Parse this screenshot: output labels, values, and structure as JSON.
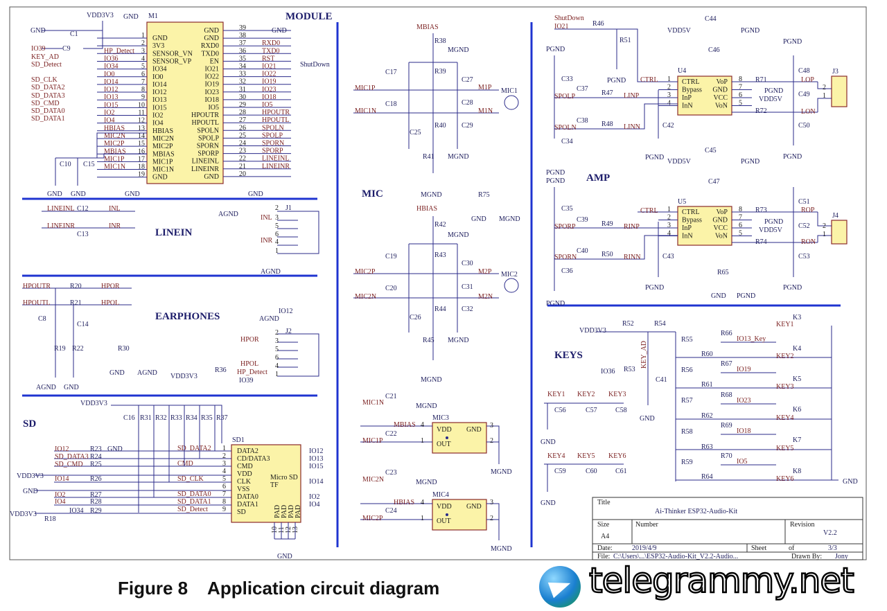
{
  "caption": "Figure 8    Application circuit diagram",
  "watermark": "telegrammy.net",
  "colors": {
    "net": "#7a1f1f",
    "ref": "#1c1c5c",
    "wire": "#2a2a8a",
    "divider": "#1f34d0",
    "chip_fill": "#fbf3a8"
  },
  "sections": {
    "module": "MODULE",
    "linein": "LINEIN",
    "earphones": "EARPHONES",
    "sd": "SD",
    "mic": "MIC",
    "amp": "AMP",
    "keys": "KEYS"
  },
  "module": {
    "ref": "M1",
    "left_pins": [
      {
        "num": "1",
        "name": "GND",
        "net": ""
      },
      {
        "num": "2",
        "name": "3V3",
        "net": ""
      },
      {
        "num": "3",
        "name": "SENSOR_VN",
        "net": "HP_Detect"
      },
      {
        "num": "4",
        "name": "SENSOR_VP",
        "net": "IO36"
      },
      {
        "num": "5",
        "name": "IO34",
        "net": "IO34"
      },
      {
        "num": "6",
        "name": "IO0",
        "net": "IO0"
      },
      {
        "num": "7",
        "name": "IO14",
        "net": "IO14"
      },
      {
        "num": "8",
        "name": "IO12",
        "net": "IO12"
      },
      {
        "num": "9",
        "name": "IO13",
        "net": "IO13"
      },
      {
        "num": "10",
        "name": "IO15",
        "net": "IO15"
      },
      {
        "num": "11",
        "name": "IO2",
        "net": "IO2"
      },
      {
        "num": "12",
        "name": "IO4",
        "net": "IO4"
      },
      {
        "num": "13",
        "name": "HBIAS",
        "net": "HBIAS"
      },
      {
        "num": "14",
        "name": "MIC2N",
        "net": "MIC2N"
      },
      {
        "num": "15",
        "name": "MIC2P",
        "net": "MIC2P"
      },
      {
        "num": "16",
        "name": "MBIAS",
        "net": "MBIAS"
      },
      {
        "num": "17",
        "name": "MIC1P",
        "net": "MIC1P"
      },
      {
        "num": "18",
        "name": "MIC1N",
        "net": "MIC1N"
      },
      {
        "num": "19",
        "name": "GND",
        "net": ""
      }
    ],
    "right_pins": [
      {
        "num": "39",
        "name": "GND",
        "net": ""
      },
      {
        "num": "38",
        "name": "GND",
        "net": ""
      },
      {
        "num": "37",
        "name": "RXD0",
        "net": "RXD0"
      },
      {
        "num": "36",
        "name": "TXD0",
        "net": "TXD0"
      },
      {
        "num": "35",
        "name": "EN",
        "net": "RST"
      },
      {
        "num": "34",
        "name": "IO21",
        "net": "IO21"
      },
      {
        "num": "33",
        "name": "IO22",
        "net": "IO22"
      },
      {
        "num": "32",
        "name": "IO19",
        "net": "IO19"
      },
      {
        "num": "31",
        "name": "IO23",
        "net": "IO23"
      },
      {
        "num": "30",
        "name": "IO18",
        "net": "IO18"
      },
      {
        "num": "29",
        "name": "IO5",
        "net": "IO5"
      },
      {
        "num": "28",
        "name": "HPOUTR",
        "net": "HPOUTR"
      },
      {
        "num": "27",
        "name": "HPOUTL",
        "net": "HPOUTL"
      },
      {
        "num": "26",
        "name": "SPOLN",
        "net": "SPOLN"
      },
      {
        "num": "25",
        "name": "SPOLP",
        "net": "SPOLP"
      },
      {
        "num": "24",
        "name": "SPORN",
        "net": "SPORN"
      },
      {
        "num": "23",
        "name": "SPORP",
        "net": "SPORP"
      },
      {
        "num": "22",
        "name": "LINEINL",
        "net": "LINEINL"
      },
      {
        "num": "21",
        "name": "LINEINR",
        "net": "LINEINR"
      },
      {
        "num": "20",
        "name": "GND",
        "net": ""
      }
    ],
    "labels": [
      "GND",
      "C1",
      "VDD3V3",
      "GND",
      "C9",
      "IO39",
      "KEY_AD",
      "SD_Detect",
      "SD_CLK",
      "SD_DATA2",
      "SD_DATA3",
      "SD_CMD",
      "SD_DATA0",
      "SD_DATA1",
      "C10",
      "C15",
      "GND",
      "GND",
      "GND",
      "GND",
      "GND",
      "ShutDown"
    ]
  },
  "linein": {
    "labels": [
      "LINEINL",
      "C12",
      "INL",
      "LINEINR",
      "C13",
      "INR",
      "AGND",
      "J1",
      "2",
      "3",
      "5",
      "6",
      "4",
      "1",
      "INL",
      "INR",
      "AGND"
    ]
  },
  "earphones": {
    "labels": [
      "HPOUTR",
      "R20",
      "HPOR",
      "HPOUTL",
      "R21",
      "HPOL",
      "C8",
      "C14",
      "R19",
      "R22",
      "AGND",
      "GND",
      "R30",
      "GND",
      "AGND",
      "IO12",
      "AGND",
      "J2",
      "HPOR",
      "HPOL",
      "HP_Detect",
      "IO39",
      "R36",
      "VDD3V3",
      "2",
      "3",
      "5",
      "6",
      "4",
      "1"
    ]
  },
  "sd": {
    "ref": "SD1",
    "pins": [
      {
        "num": "1",
        "name": "DATA2",
        "net": "SD_DATA2",
        "io": "IO12"
      },
      {
        "num": "2",
        "name": "CD/DATA3",
        "net": "",
        "io": "IO13"
      },
      {
        "num": "3",
        "name": "CMD",
        "net": "CMD",
        "io": "IO15"
      },
      {
        "num": "4",
        "name": "VDD",
        "net": "",
        "io": ""
      },
      {
        "num": "5",
        "name": "CLK",
        "net": "SD_CLK",
        "io": "IO14"
      },
      {
        "num": "6",
        "name": "VSS",
        "net": "",
        "io": ""
      },
      {
        "num": "7",
        "name": "DATA0",
        "net": "SD_DATA0",
        "io": "IO2"
      },
      {
        "num": "8",
        "name": "DATA1",
        "net": "SD_DATA1",
        "io": "IO4"
      },
      {
        "num": "9",
        "name": "SD",
        "net": "SD_Detect",
        "io": ""
      }
    ],
    "type_label": "Micro SD",
    "type_label2": "TF",
    "pad_label": "PAD",
    "pad_nums": [
      "10",
      "11",
      "12",
      "13"
    ],
    "labels": [
      "VDD3V3",
      "C16",
      "R31",
      "R32",
      "R33",
      "R34",
      "R35",
      "R37",
      "IO12",
      "R23",
      "GND",
      "SD_DATA3",
      "R24",
      "SD_CMD",
      "R25",
      "VDD3V3",
      "IO14",
      "R26",
      "GND",
      "IO2",
      "R27",
      "IO4",
      "R28",
      "IO34",
      "R29",
      "VDD3V3",
      "R18",
      "GND"
    ]
  },
  "mic": {
    "labels": [
      "MBIAS",
      "R38",
      "MGND",
      "R39",
      "C17",
      "C27",
      "MIC1P",
      "M1P",
      "MIC1",
      "C18",
      "C28",
      "MIC1N",
      "M1N",
      "C25",
      "R40",
      "C29",
      "R41",
      "MGND",
      "MGND",
      "R75",
      "GND",
      "MGND",
      "HBIAS",
      "R42",
      "MGND",
      "R43",
      "C19",
      "C30",
      "MIC2P",
      "M2P",
      "MIC2",
      "C20",
      "C31",
      "MIC2N",
      "M2N",
      "C26",
      "R44",
      "C32",
      "R45",
      "MGND",
      "MGND",
      "C21",
      "MIC1N",
      "MGND",
      "MIC3",
      "MBIAS",
      "4",
      "VDD",
      "GND",
      "3",
      "C22",
      "MIC1P",
      "1",
      "OUT",
      "2",
      "MGND",
      "C23",
      "MIC2N",
      "MGND",
      "MIC4",
      "HBIAS",
      "4",
      "VDD",
      "GND",
      "3",
      "C24",
      "MIC2P",
      "1",
      "OUT",
      "2",
      "MGND"
    ]
  },
  "amp": {
    "chip_pins": [
      {
        "lnum": "1",
        "lname": "CTRL",
        "rname": "VoP",
        "rnum": "8"
      },
      {
        "lnum": "2",
        "lname": "Bypass",
        "rname": "GND",
        "rnum": "7"
      },
      {
        "lnum": "3",
        "lname": "InP",
        "rname": "VCC",
        "rnum": "6"
      },
      {
        "lnum": "4",
        "lname": "InN",
        "rname": "VoN",
        "rnum": "5"
      }
    ],
    "labels": [
      "ShutDown",
      "IO21",
      "R46",
      "R51",
      "PGND",
      "C44",
      "VDD5V",
      "PGND",
      "C46",
      "PGND",
      "C33",
      "CTRL",
      "U4",
      "PGND",
      "C48",
      "C37",
      "SPOLP",
      "R47",
      "LINP",
      "C49",
      "LOP",
      "J3",
      "LON",
      "R71",
      "R72",
      "PGND",
      "VDD5V",
      "C38",
      "SPOLN",
      "R48",
      "LINN",
      "C42",
      "C34",
      "C50",
      "PGND",
      "PGND",
      "C45",
      "VDD5V",
      "PGND",
      "C47",
      "PGND",
      "PGND",
      "C35",
      "CTRL",
      "U5",
      "C51",
      "C39",
      "SPORP",
      "R49",
      "RINP",
      "ROP",
      "J4",
      "C52",
      "R73",
      "PGND",
      "VDD5V",
      "R74",
      "RON",
      "C40",
      "SPORN",
      "R50",
      "RINN",
      "C43",
      "C36",
      "C53",
      "R65",
      "PGND",
      "GND",
      "PGND",
      "PGND",
      "PGND",
      "2",
      "1",
      "2",
      "1"
    ]
  },
  "keys": {
    "labels": [
      "VDD3V3",
      "R52",
      "R54",
      "R55",
      "R66",
      "KEY1",
      "K3",
      "IO13_Key",
      "KEY_AD",
      "R60",
      "KEY2",
      "K4",
      "R56",
      "R67",
      "IO19",
      "IO36",
      "R53",
      "C41",
      "R61",
      "KEY3",
      "K5",
      "R57",
      "R68",
      "IO23",
      "GND",
      "KEY1",
      "KEY2",
      "KEY3",
      "C56",
      "C57",
      "C58",
      "R62",
      "KEY4",
      "K6",
      "R58",
      "R69",
      "IO18",
      "GND",
      "R63",
      "KEY5",
      "K7",
      "R59",
      "R70",
      "IO5",
      "KEY4",
      "KEY5",
      "KEY6",
      "C59",
      "C60",
      "C61",
      "R64",
      "KEY6",
      "K8",
      "GND",
      "GND"
    ]
  },
  "title_block": {
    "title_label": "Title",
    "title": "Ai-Thinker  ESP32-Audio-Kit",
    "size_label": "Size",
    "size": "A4",
    "number_label": "Number",
    "revision_label": "Revision",
    "revision": "V2.2",
    "date_label": "Date:",
    "date": "2019/4/9",
    "sheet_label": "Sheet",
    "of_label": "of",
    "sheet": "3/3",
    "file_label": "File:",
    "file": "C:\\Users\\...\\ESP32-Audio-Kit_V2.2-Audio...",
    "drawn_label": "Drawn By:",
    "drawn": "Jony"
  }
}
